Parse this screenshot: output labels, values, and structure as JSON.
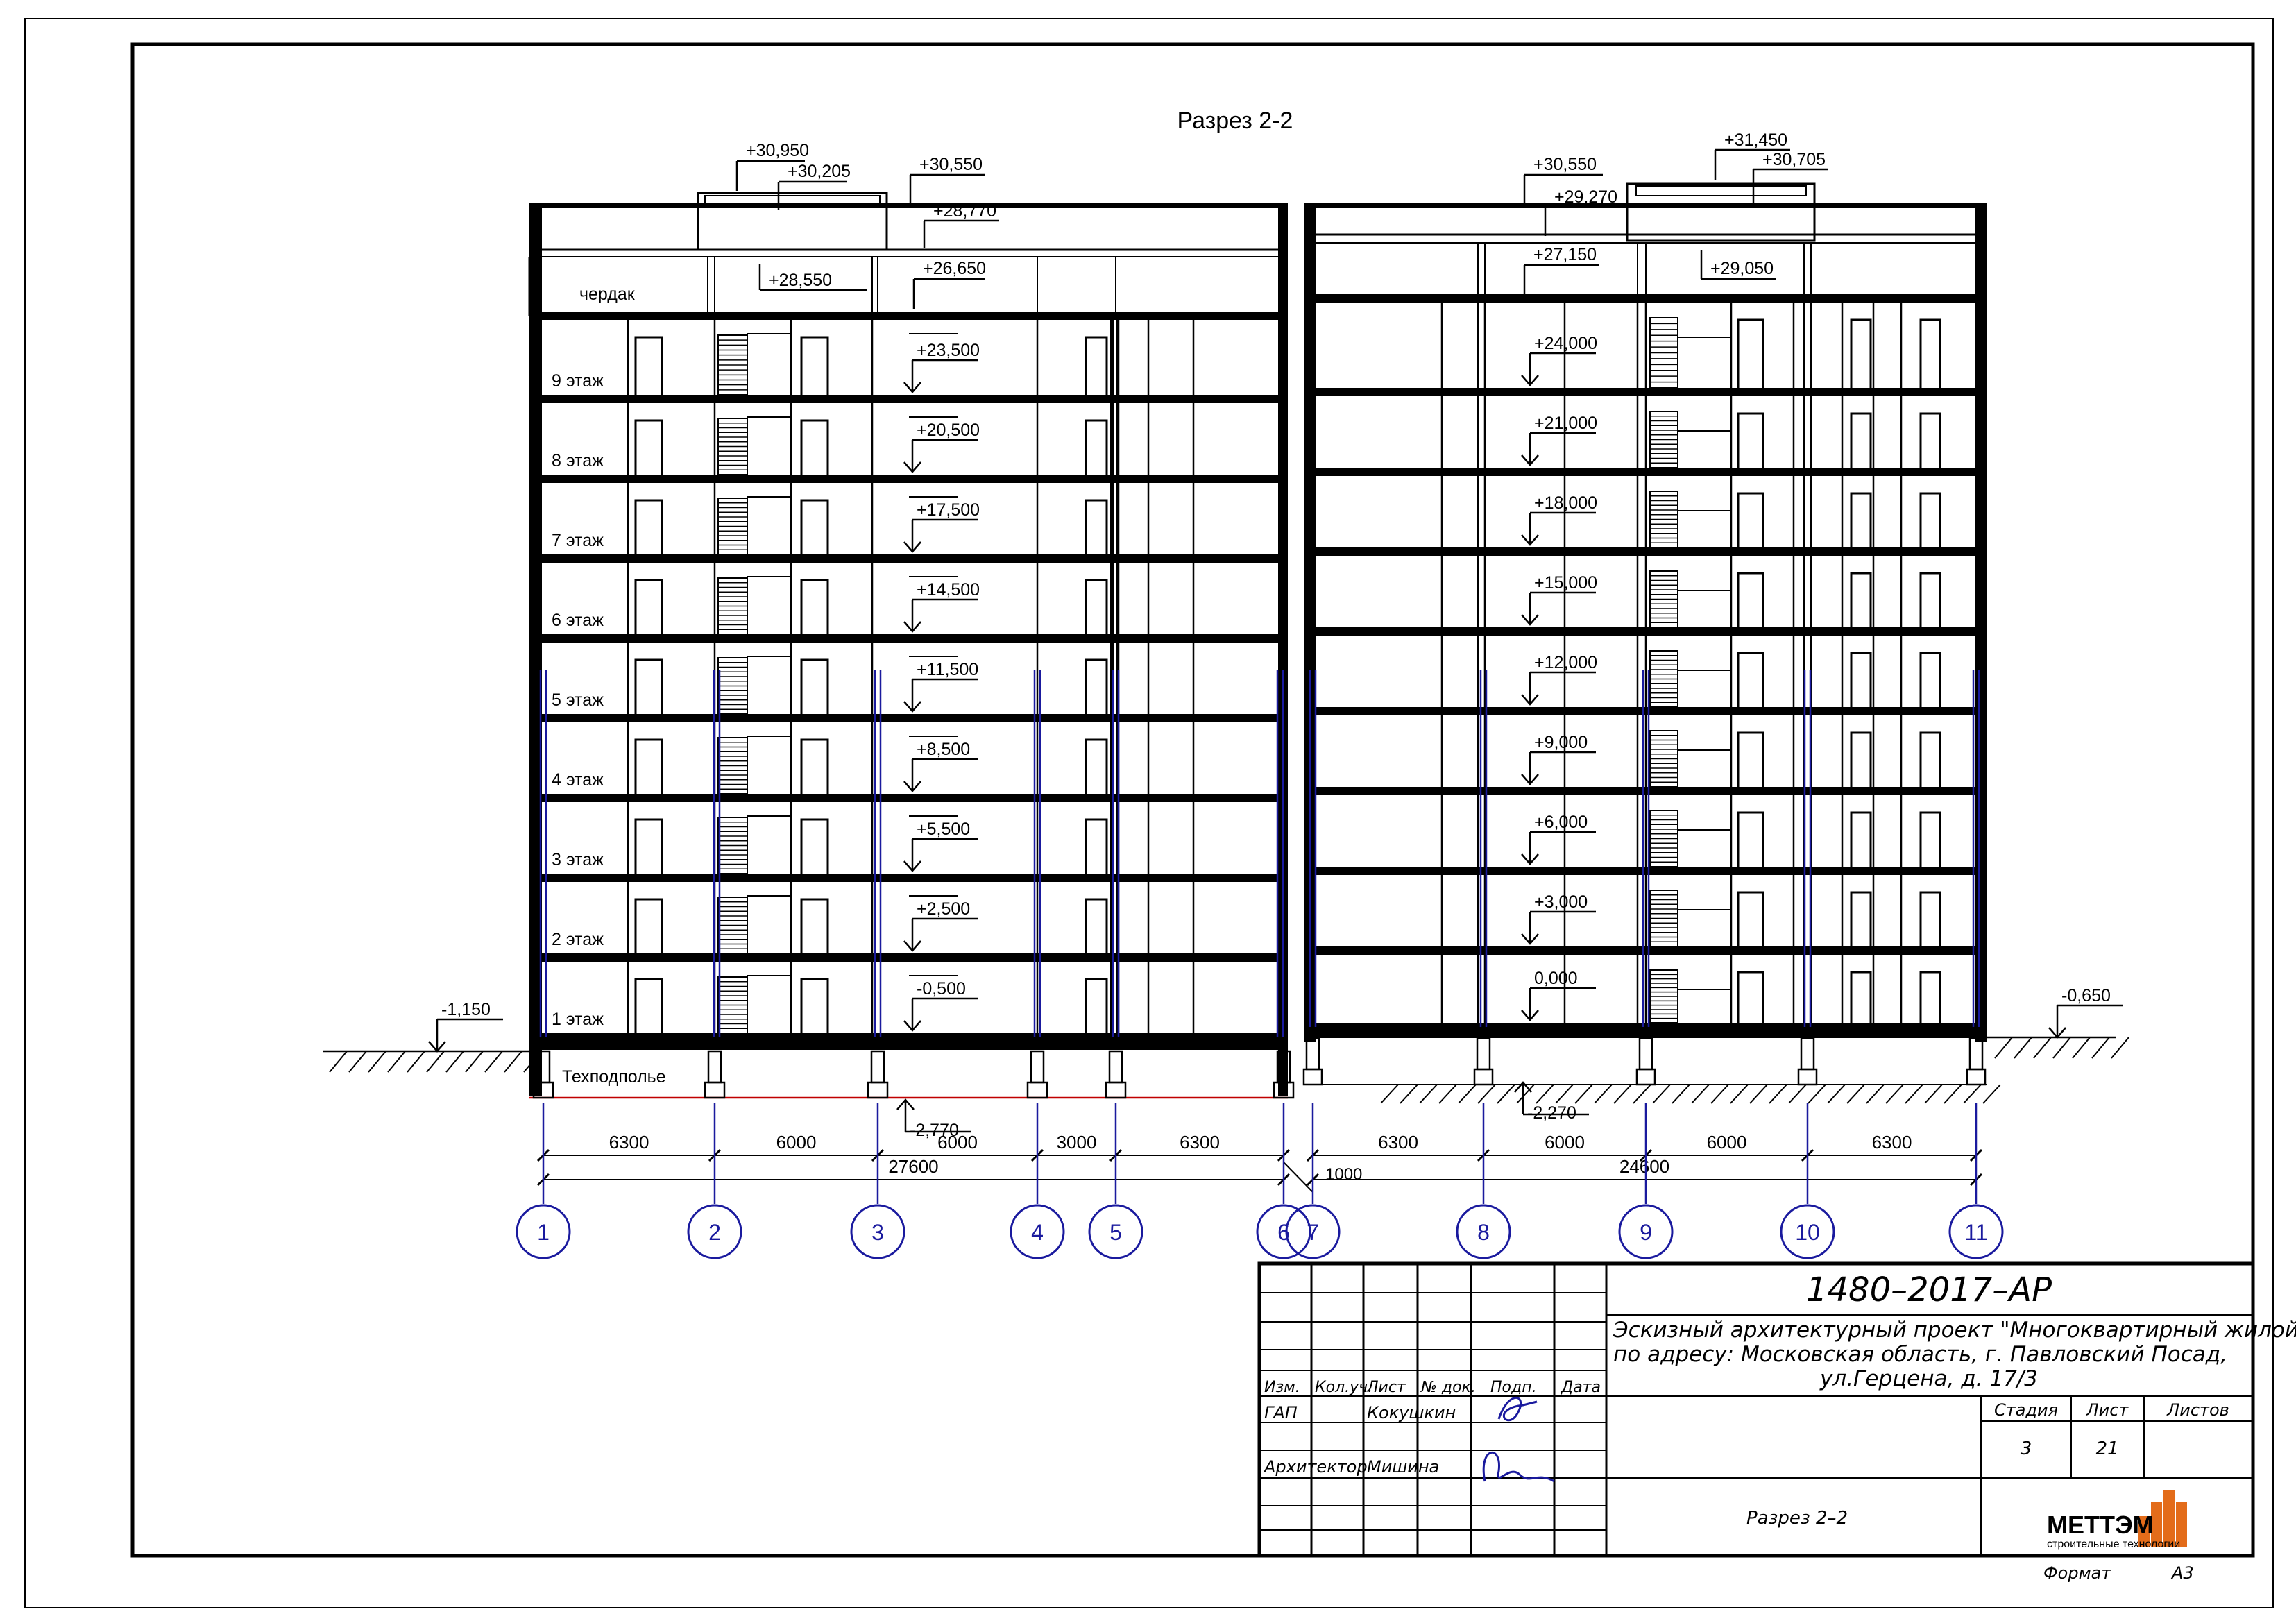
{
  "title": "Разрез 2-2",
  "left_block": {
    "attic_label": "чердак",
    "basement_label": "Техподполье",
    "floors": [
      "1 этаж",
      "2 этаж",
      "3 этаж",
      "4 этаж",
      "5 этаж",
      "6 этаж",
      "7 этаж",
      "8 этаж",
      "9 этаж"
    ],
    "floor_marks": [
      "-0,500",
      "+2,500",
      "+5,500",
      "+8,500",
      "+11,500",
      "+14,500",
      "+17,500",
      "+20,500",
      "+23,500"
    ],
    "top_marks": [
      "+30,950",
      "+30,205",
      "+30,550",
      "+28,770",
      "+26,650",
      "+28,550"
    ],
    "ground_mark": "-1,150",
    "pit_mark": "-2,770"
  },
  "right_block": {
    "floor_marks": [
      "0,000",
      "+3,000",
      "+6,000",
      "+9,000",
      "+12,000",
      "+15,000",
      "+18,000",
      "+21,000",
      "+24,000"
    ],
    "top_marks": [
      "+31,450",
      "+30,705",
      "+30,550",
      "+29,270",
      "+27,150",
      "+29,050"
    ],
    "ground_mark": "-0,650",
    "pit_mark": "-2,270"
  },
  "dimensions": {
    "left_spans": [
      "6300",
      "6000",
      "6000",
      "3000",
      "6300"
    ],
    "left_total": "27600",
    "gap": "1000",
    "right_spans": [
      "6300",
      "6000",
      "6000",
      "6300"
    ],
    "right_total": "24600"
  },
  "axes": [
    "1",
    "2",
    "3",
    "4",
    "5",
    "6",
    "7",
    "8",
    "9",
    "10",
    "11"
  ],
  "title_block": {
    "code": "1480–2017–АР",
    "project_line1": "Эскизный архитектурный проект \"Многоквартирный жилой дом\"",
    "project_line2": "по адресу: Московская область, г. Павловский Посад,",
    "project_line3": "ул.Герцена, д. 17/3",
    "headers": [
      "Изм.",
      "Кол.уч.",
      "Лист",
      "№ док.",
      "Подп.",
      "Дата"
    ],
    "role1": "ГАП",
    "name1": "Кокушкин",
    "role2": "Архитектор",
    "name2": "Мишина",
    "stage_label": "Стадия",
    "sheet_label": "Лист",
    "sheets_label": "Листов",
    "stage_value": "3",
    "sheet_value": "21",
    "drawing_name": "Разрез 2–2",
    "company": "МЕТТЭМ",
    "company_sub": "строительные технологии",
    "format_label": "Формат",
    "format_value": "А3"
  },
  "colors": {
    "ink": "#000000",
    "axis": "#1a1a9e",
    "pit": "#c00000",
    "logo": "#e36c1a"
  }
}
